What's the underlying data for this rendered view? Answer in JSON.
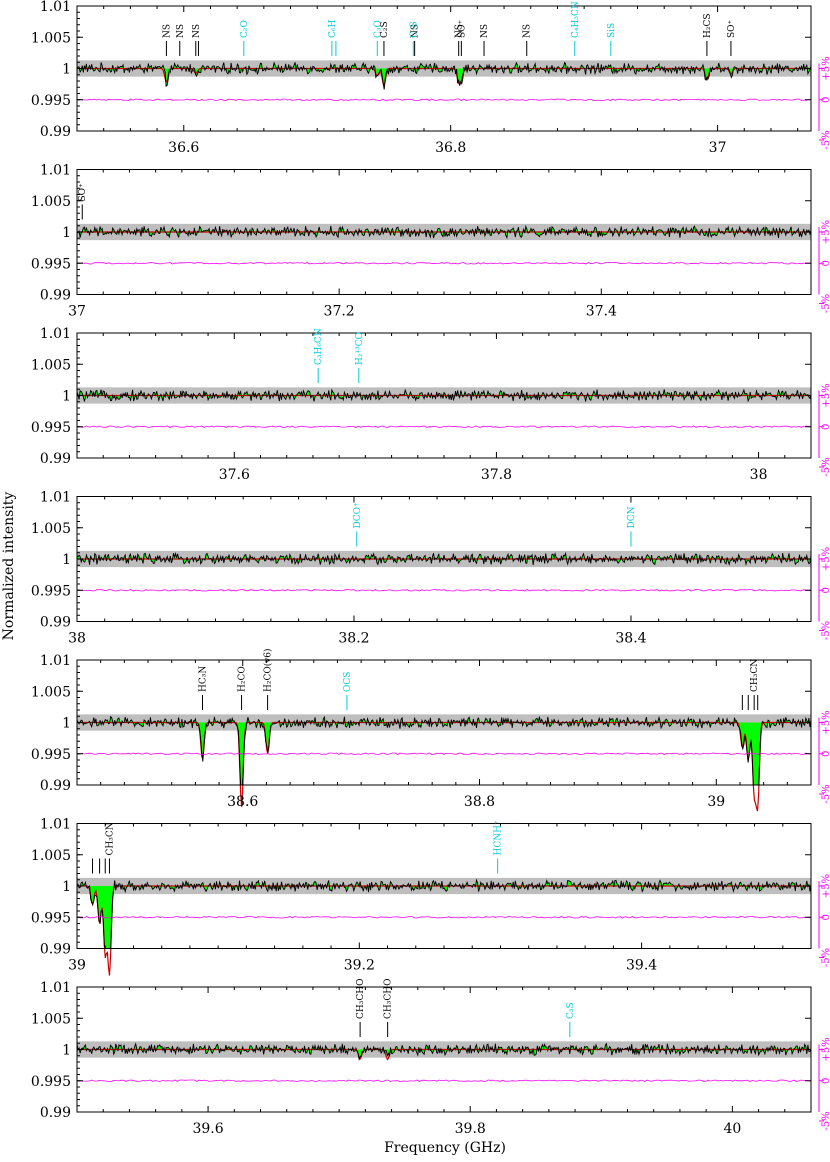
{
  "chart_data": {
    "type": "line",
    "xlabel": "Frequency (GHz)",
    "ylabel": "Normalized intensity",
    "ylim": [
      0.99,
      1.01
    ],
    "yticks": [
      "1.01",
      "1.005",
      "1",
      "0.995",
      "0.99"
    ],
    "residual_ticks": [
      "+5%",
      "0",
      "-5%"
    ],
    "colors": {
      "observed": "#000000",
      "model": "#cc0000",
      "fill": "#00ff00",
      "noise_band": "#bebebe",
      "residual": "#ff00ff",
      "label_detected": "#000000",
      "label_tentative": "#00ccdd"
    },
    "panels": [
      {
        "xlim": [
          36.52,
          37.07
        ],
        "xticks": [
          "36.6",
          "36.8",
          "37"
        ],
        "xtick_values": [
          36.6,
          36.8,
          37.0
        ],
        "lines": [
          {
            "x": 36.587,
            "label": "NS",
            "color": "black",
            "depth": 0.0022
          },
          {
            "x": 36.597,
            "label": "NS",
            "color": "black",
            "depth": 0
          },
          {
            "x": 36.609,
            "label": "NS",
            "color": "black",
            "depth": 0.0008
          },
          {
            "x": 36.611,
            "label": "",
            "color": "black",
            "depth": 0
          },
          {
            "x": 36.645,
            "label": "C₂O",
            "color": "cyan",
            "depth": 0
          },
          {
            "x": 36.711,
            "label": "C₆H",
            "color": "cyan",
            "depth": 0
          },
          {
            "x": 36.714,
            "label": "",
            "color": "cyan",
            "depth": 0
          },
          {
            "x": 36.745,
            "label": "C₃O",
            "color": "cyan",
            "depth": 0.0012
          },
          {
            "x": 36.75,
            "label": "C₂S",
            "color": "black",
            "depth": 0.0028
          },
          {
            "x": 36.773,
            "label": "NS",
            "color": "black",
            "depth": 0
          },
          {
            "x": 36.772,
            "label": "C₇S",
            "color": "cyan",
            "depth": 0
          },
          {
            "x": 36.806,
            "label": "NS",
            "color": "black",
            "depth": 0.002
          },
          {
            "x": 36.808,
            "label": "SO⁺",
            "color": "black",
            "depth": 0.0015
          },
          {
            "x": 36.825,
            "label": "NS",
            "color": "black",
            "depth": 0
          },
          {
            "x": 36.857,
            "label": "NS",
            "color": "black",
            "depth": 0
          },
          {
            "x": 36.893,
            "label": "C₄H₃CN",
            "color": "cyan",
            "depth": 0
          },
          {
            "x": 36.92,
            "label": "SiS",
            "color": "cyan",
            "depth": 0
          },
          {
            "x": 36.992,
            "label": "H₂CS",
            "color": "black",
            "depth": 0.0018
          },
          {
            "x": 37.01,
            "label": "SO⁺",
            "color": "black",
            "depth": 0.0009
          }
        ]
      },
      {
        "xlim": [
          37.0,
          37.56
        ],
        "xticks": [
          "37",
          "37.2",
          "37.4"
        ],
        "xtick_values": [
          37.0,
          37.2,
          37.4
        ],
        "lines": [
          {
            "x": 37.004,
            "label": "SO⁺",
            "color": "black",
            "depth": 0
          }
        ]
      },
      {
        "xlim": [
          37.48,
          38.04
        ],
        "xticks": [
          "37.6",
          "37.8",
          "38"
        ],
        "xtick_values": [
          37.6,
          37.8,
          38.0
        ],
        "lines": [
          {
            "x": 37.664,
            "label": "C₃H₆CN",
            "color": "cyan",
            "depth": 0
          },
          {
            "x": 37.695,
            "label": "H₂¹³CO",
            "color": "cyan",
            "depth": 0
          }
        ]
      },
      {
        "xlim": [
          38.0,
          38.53
        ],
        "xticks": [
          "38",
          "38.2",
          "38.4"
        ],
        "xtick_values": [
          38.0,
          38.2,
          38.4
        ],
        "lines": [
          {
            "x": 38.202,
            "label": "DCO⁺",
            "color": "cyan",
            "depth": 0
          },
          {
            "x": 38.4,
            "label": "DCN",
            "color": "cyan",
            "depth": 0
          }
        ]
      },
      {
        "xlim": [
          38.46,
          39.08
        ],
        "xticks": [
          "38.6",
          "38.8",
          "39"
        ],
        "xtick_values": [
          38.6,
          38.8,
          39.0
        ],
        "lines": [
          {
            "x": 38.566,
            "label": "HC₃N",
            "color": "black",
            "depth": 0.006
          },
          {
            "x": 38.599,
            "label": "H₂CO",
            "color": "black",
            "depth": 0.0135
          },
          {
            "x": 38.621,
            "label": "H₂CO(v6)",
            "color": "black",
            "depth": 0.005
          },
          {
            "x": 38.688,
            "label": "OCS",
            "color": "cyan",
            "depth": 0
          },
          {
            "x": 39.022,
            "label": "",
            "color": "black",
            "depth": 0.004
          },
          {
            "x": 39.027,
            "label": "",
            "color": "black",
            "depth": 0.006
          },
          {
            "x": 39.032,
            "label": "CH₃CN",
            "color": "black",
            "depth": 0.011
          },
          {
            "x": 39.035,
            "label": "",
            "color": "black",
            "depth": 0.013
          }
        ]
      },
      {
        "xlim": [
          39.0,
          39.52
        ],
        "xticks": [
          "39",
          "39.2",
          "39.4"
        ],
        "xtick_values": [
          39.0,
          39.2,
          39.4
        ],
        "lines": [
          {
            "x": 39.011,
            "label": "",
            "color": "black",
            "depth": 0.003
          },
          {
            "x": 39.016,
            "label": "",
            "color": "black",
            "depth": 0.006
          },
          {
            "x": 39.02,
            "label": "",
            "color": "black",
            "depth": 0.011
          },
          {
            "x": 39.023,
            "label": "CH₃CN",
            "color": "black",
            "depth": 0.014
          },
          {
            "x": 39.298,
            "label": "HCNH⁺",
            "color": "cyan",
            "depth": 0
          }
        ]
      },
      {
        "xlim": [
          39.5,
          40.06
        ],
        "xticks": [
          "39.6",
          "39.8",
          "40"
        ],
        "xtick_values": [
          39.6,
          39.8,
          40.0
        ],
        "lines": [
          {
            "x": 39.716,
            "label": "CH₃CHO",
            "color": "black",
            "depth": 0.0015
          },
          {
            "x": 39.737,
            "label": "CH₃CHO",
            "color": "black",
            "depth": 0.0016
          },
          {
            "x": 39.876,
            "label": "C₃S",
            "color": "cyan",
            "depth": 0
          }
        ]
      }
    ]
  }
}
